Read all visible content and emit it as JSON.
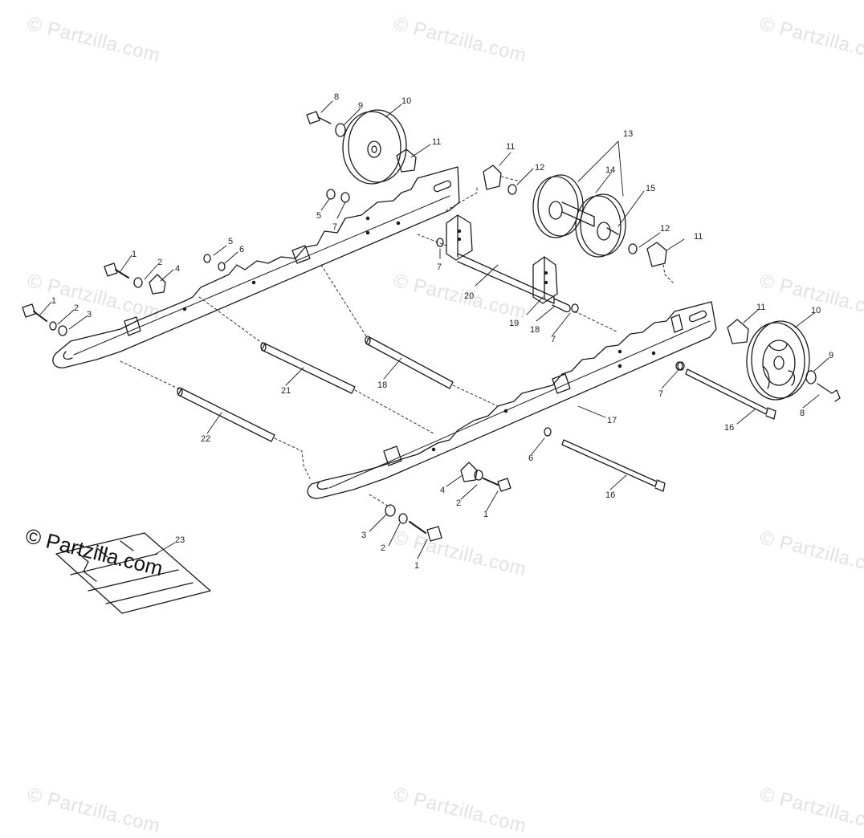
{
  "watermark": "© Partzilla.com",
  "brand_watermark": "© Partzilla.com",
  "colors": {
    "line": "#1a1a1a",
    "watermark": "#e2e2e2",
    "background": "#ffffff"
  },
  "callouts": [
    {
      "label": "8"
    },
    {
      "label": "9"
    },
    {
      "label": "10"
    },
    {
      "label": "11"
    },
    {
      "label": "5"
    },
    {
      "label": "7"
    },
    {
      "label": "11"
    },
    {
      "label": "12"
    },
    {
      "label": "13"
    },
    {
      "label": "14"
    },
    {
      "label": "15"
    },
    {
      "label": "12"
    },
    {
      "label": "11"
    },
    {
      "label": "1"
    },
    {
      "label": "2"
    },
    {
      "label": "4"
    },
    {
      "label": "5"
    },
    {
      "label": "6"
    },
    {
      "label": "1"
    },
    {
      "label": "2"
    },
    {
      "label": "3"
    },
    {
      "label": "7"
    },
    {
      "label": "20"
    },
    {
      "label": "19"
    },
    {
      "label": "18"
    },
    {
      "label": "7"
    },
    {
      "label": "11"
    },
    {
      "label": "10"
    },
    {
      "label": "9"
    },
    {
      "label": "8"
    },
    {
      "label": "7"
    },
    {
      "label": "16"
    },
    {
      "label": "17"
    },
    {
      "label": "18"
    },
    {
      "label": "21"
    },
    {
      "label": "22"
    },
    {
      "label": "6"
    },
    {
      "label": "16"
    },
    {
      "label": "4"
    },
    {
      "label": "2"
    },
    {
      "label": "1"
    },
    {
      "label": "3"
    },
    {
      "label": "2"
    },
    {
      "label": "1"
    },
    {
      "label": "23"
    }
  ]
}
